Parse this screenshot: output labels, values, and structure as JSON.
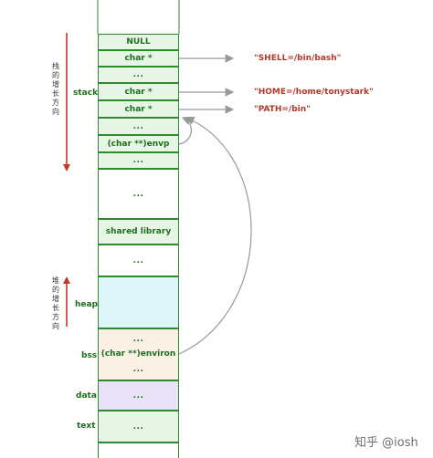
{
  "stack_cells": [
    {
      "label": "NULL"
    },
    {
      "label": "char *"
    },
    {
      "label": "..."
    },
    {
      "label": "char *"
    },
    {
      "label": "char *"
    },
    {
      "label": "..."
    },
    {
      "label": "(char **)envp"
    },
    {
      "label": "..."
    }
  ],
  "gap_upper": {
    "label": "..."
  },
  "shared_library": {
    "label": "shared library"
  },
  "gap_lower": {
    "label": "..."
  },
  "heap": {
    "label": ""
  },
  "bss": {
    "top": "...",
    "middle": "(char **)environ",
    "bottom": "..."
  },
  "data_seg": {
    "label": "..."
  },
  "text_seg": {
    "label": "..."
  },
  "segment_labels": {
    "stack": "stack",
    "heap": "heap",
    "bss": "bss",
    "data": "data",
    "text": "text"
  },
  "env_strings": {
    "shell": "\"SHELL=/bin/bash\"",
    "home": "\"HOME=/home/tonystark\"",
    "path": "\"PATH=/bin\""
  },
  "stack_growth": "栈的增长方向",
  "heap_growth": "堆的增长方向",
  "watermark": "知乎 @iosh",
  "colors": {
    "cell_border": "#2f8a2f",
    "text_green": "#1c6e1c",
    "env_red": "#b0392a",
    "growth_arrow": "#c0392b",
    "pointer_arrow": "#999999"
  }
}
